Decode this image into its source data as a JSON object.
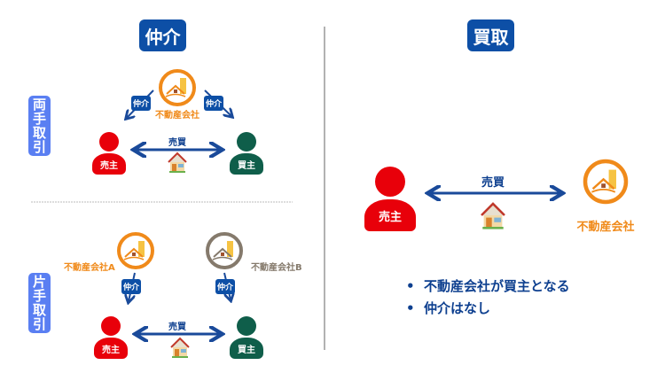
{
  "left": {
    "title": "仲介",
    "both": {
      "label": "両手取引",
      "company": "不動産会社",
      "broker_left": "仲介",
      "broker_right": "仲介",
      "trade": "売買",
      "seller": "売主",
      "buyer": "買主"
    },
    "one": {
      "label": "片手取引",
      "company_a": "不動産会社A",
      "company_b": "不動産会社B",
      "broker_left": "仲介",
      "broker_right": "仲介",
      "trade": "売買",
      "seller": "売主",
      "buyer": "買主"
    }
  },
  "right": {
    "title": "買取",
    "seller": "売主",
    "trade": "売買",
    "company": "不動産会社",
    "bullets": [
      "不動産会社が買主となる",
      "仲介はなし"
    ]
  },
  "colors": {
    "navy": "#0d4fa6",
    "seller": "#e8000a",
    "buyer": "#0f5e4a",
    "orange": "#f08a1a",
    "gray": "#857a6c",
    "side": "#5a7ff2"
  }
}
